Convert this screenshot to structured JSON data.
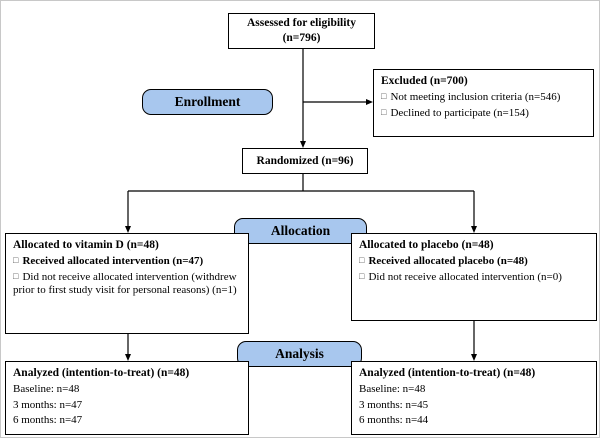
{
  "colors": {
    "stage_fill": "#a8c7ee",
    "line": "#000000"
  },
  "bullet": "□",
  "eligibility": {
    "title": "Assessed for eligibility",
    "n": "(n=796)"
  },
  "stages": {
    "enrollment": "Enrollment",
    "allocation": "Allocation",
    "analysis": "Analysis"
  },
  "excluded": {
    "title": "Excluded (n=700)",
    "items": [
      "Not meeting inclusion criteria (n=546)",
      "Declined to participate (n=154)"
    ]
  },
  "randomized": {
    "label": "Randomized (n=96)"
  },
  "allocation": {
    "left": {
      "title": "Allocated to vitamin D (n=48)",
      "received": "Received allocated intervention (n=47)",
      "not_received": "Did not receive allocated intervention (withdrew prior to first study visit for personal reasons) (n=1)"
    },
    "right": {
      "title": "Allocated to placebo (n=48)",
      "received": "Received allocated placebo (n=48)",
      "not_received": "Did not receive allocated intervention (n=0)"
    }
  },
  "analysis": {
    "left": {
      "title": "Analyzed (intention-to-treat) (n=48)",
      "rows": [
        "Baseline: n=48",
        "3 months: n=47",
        "6 months: n=47"
      ]
    },
    "right": {
      "title": "Analyzed (intention-to-treat) (n=48)",
      "rows": [
        "Baseline: n=48",
        "3 months: n=45",
        "6 months: n=44"
      ]
    }
  }
}
